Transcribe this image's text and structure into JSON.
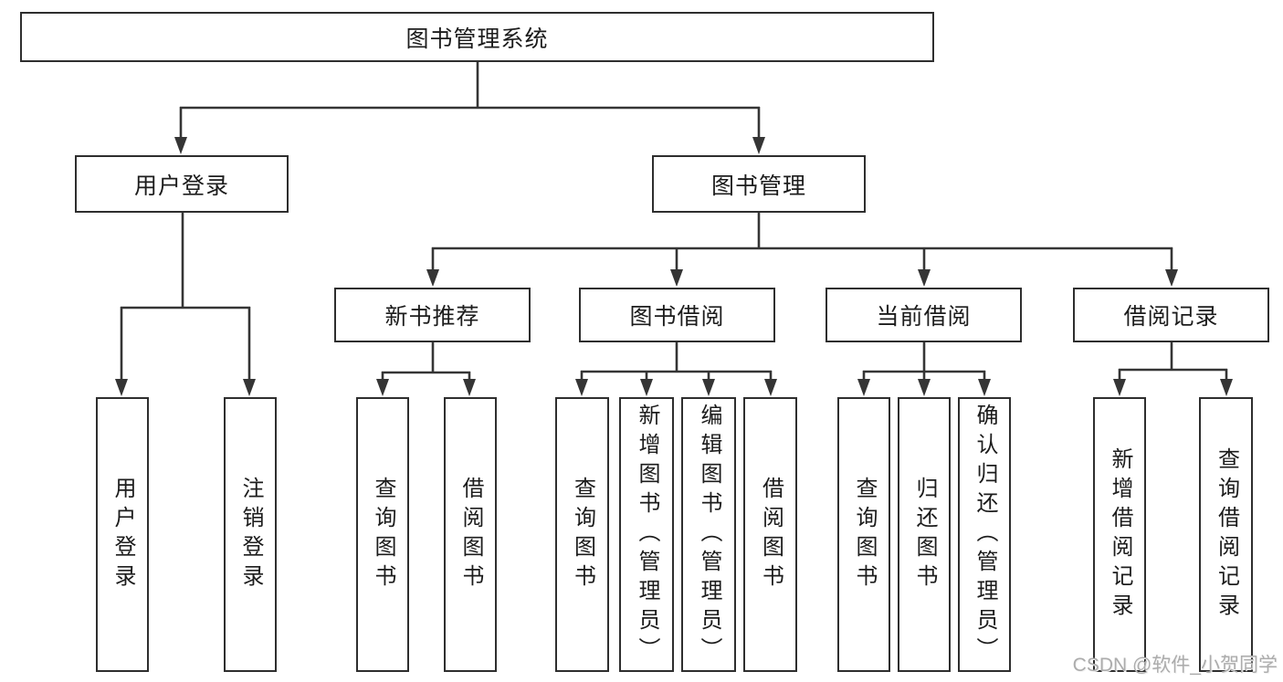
{
  "diagram": {
    "root": {
      "label": "图书管理系统"
    },
    "level2": [
      {
        "label": "用户登录"
      },
      {
        "label": "图书管理"
      }
    ],
    "level3": [
      {
        "label": "新书推荐"
      },
      {
        "label": "图书借阅"
      },
      {
        "label": "当前借阅"
      },
      {
        "label": "借阅记录"
      }
    ],
    "leaves": {
      "user_login": [
        "用户登录",
        "注销登录"
      ],
      "new_books": [
        "查询图书",
        "借阅图书"
      ],
      "book_borrow": [
        "查询图书",
        "新增图书（管理员）",
        "编辑图书（管理员）",
        "借阅图书"
      ],
      "current_borrow": [
        "查询图书",
        "归还图书",
        "确认归还（管理员）"
      ],
      "borrow_records": [
        "新增借阅记录",
        "查询借阅记录"
      ]
    }
  },
  "watermark": {
    "text": "CSDN @软件_小贺同学"
  },
  "colors": {
    "line": "#353535",
    "box_border": "#2e2e2e",
    "text": "#1c1c1c",
    "watermark": "#acacac",
    "background": "#ffffff"
  }
}
